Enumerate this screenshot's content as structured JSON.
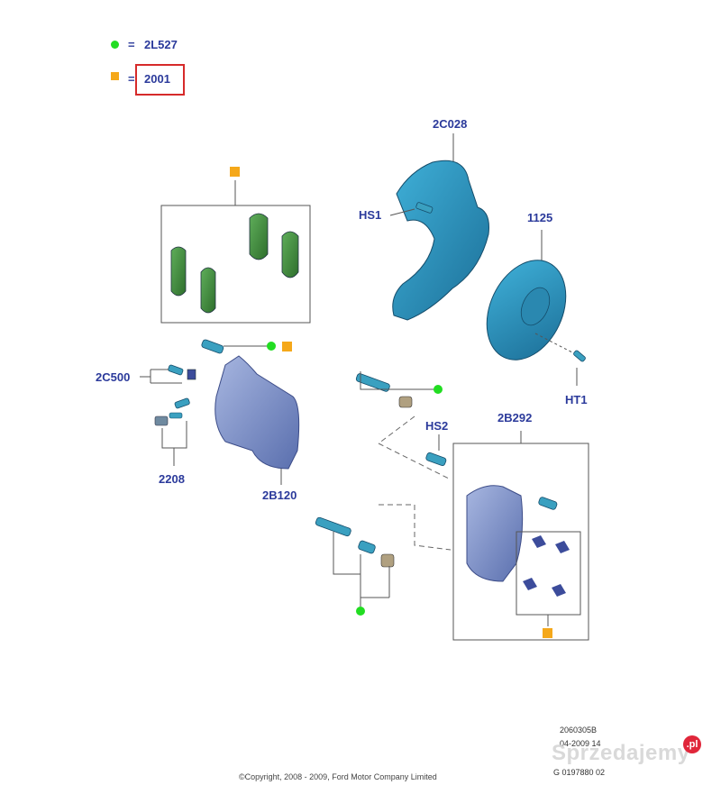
{
  "legend": {
    "green_dot": {
      "equals": "=",
      "code": "2L527"
    },
    "orange_square": {
      "equals": "=",
      "code": "2001"
    }
  },
  "parts": {
    "shield": "2C028",
    "disc": "1125",
    "shield_screw": "HS1",
    "disc_screw": "HT1",
    "bleeder": "2C500",
    "clip": "2208",
    "caliper": "2B120",
    "bracket_bolt": "HS2",
    "carrier": "2B292"
  },
  "footer": {
    "ref_code": "2060305B",
    "date": "04-2009 14",
    "doc_id": "G 0197880 02",
    "copyright": "©Copyright, 2008 - 2009, Ford Motor Company Limited"
  },
  "watermark": {
    "text": "Sprzedajemy",
    "badge": ".pl"
  },
  "colors": {
    "green_marker": "#22dd22",
    "orange_marker": "#f5a81a",
    "label_blue": "#2b3a9b",
    "highlight_red": "#d62a2a",
    "part_teal": "#2e8fb8",
    "pad_green": "#3e8a3a",
    "caliper_blue": "#7d90c8"
  }
}
